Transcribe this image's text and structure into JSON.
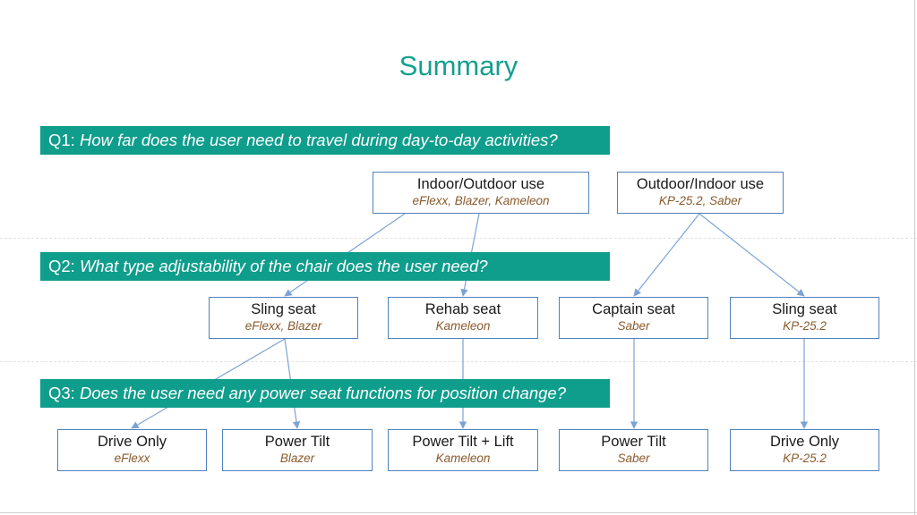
{
  "title": "Summary",
  "questions": [
    {
      "prefix": "Q1:",
      "text": "How far does the user need to travel during day-to-day activities?"
    },
    {
      "prefix": "Q2:",
      "text": "What type adjustability of the chair does the user need?"
    },
    {
      "prefix": "Q3:",
      "text": "Does the user need any power seat functions for position change?"
    }
  ],
  "level1": [
    {
      "label": "Indoor/Outdoor use",
      "models": "eFlexx, Blazer, Kameleon"
    },
    {
      "label": "Outdoor/Indoor use",
      "models": "KP-25.2, Saber"
    }
  ],
  "level2": [
    {
      "label": "Sling seat",
      "models": "eFlexx, Blazer"
    },
    {
      "label": "Rehab seat",
      "models": "Kameleon"
    },
    {
      "label": "Captain seat",
      "models": "Saber"
    },
    {
      "label": "Sling seat",
      "models": "KP-25.2"
    }
  ],
  "level3": [
    {
      "label": "Drive Only",
      "models": "eFlexx"
    },
    {
      "label": "Power Tilt",
      "models": "Blazer"
    },
    {
      "label": "Power Tilt + Lift",
      "models": "Kameleon"
    },
    {
      "label": "Power Tilt",
      "models": "Saber"
    },
    {
      "label": "Drive Only",
      "models": "KP-25.2"
    }
  ],
  "colors": {
    "accent": "#0f9d8c",
    "title": "#14a08f",
    "box_border": "#4f81bd",
    "model_text": "#8a5a2b",
    "connector": "#7ba3d6"
  }
}
